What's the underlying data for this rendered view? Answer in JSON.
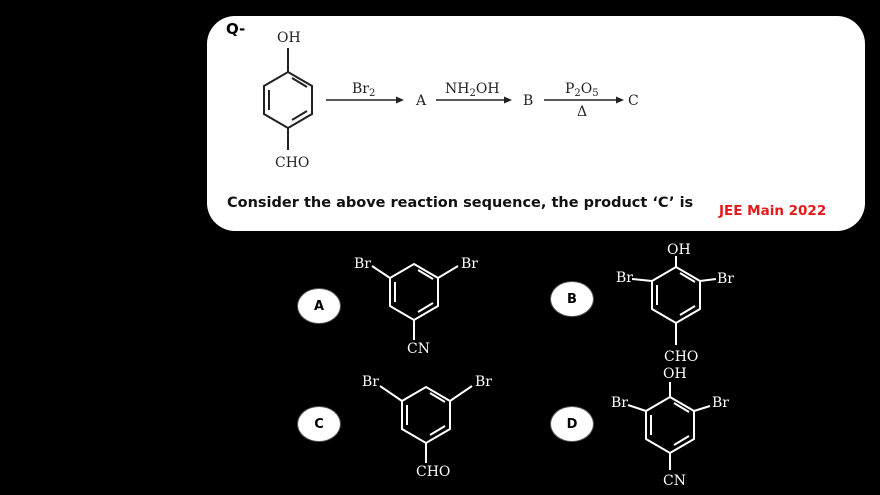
{
  "question": {
    "label": "Q-",
    "text": "Consider the above  reaction sequence, the product ‘C’ is",
    "exam": "JEE Main 2022"
  },
  "reaction": {
    "reactant_top": "OH",
    "reactant_bottom": "CHO",
    "step1_reagent": "Br2",
    "product1": "A",
    "step2_reagent": "NH2OH",
    "product2": "B",
    "step3_reagent": "P2O5",
    "step3_condition": "Δ",
    "product3": "C"
  },
  "options": [
    {
      "label": "A",
      "top": "",
      "left": "Br",
      "right": "Br",
      "bottom": "CN"
    },
    {
      "label": "B",
      "top": "OH",
      "left": "Br",
      "right": "Br",
      "bottom": "CHO"
    },
    {
      "label": "C",
      "top": "",
      "left": "Br",
      "right": "Br",
      "bottom": "CHO"
    },
    {
      "label": "D",
      "top": "OH",
      "left": "Br",
      "right": "Br",
      "bottom": "CN"
    }
  ]
}
